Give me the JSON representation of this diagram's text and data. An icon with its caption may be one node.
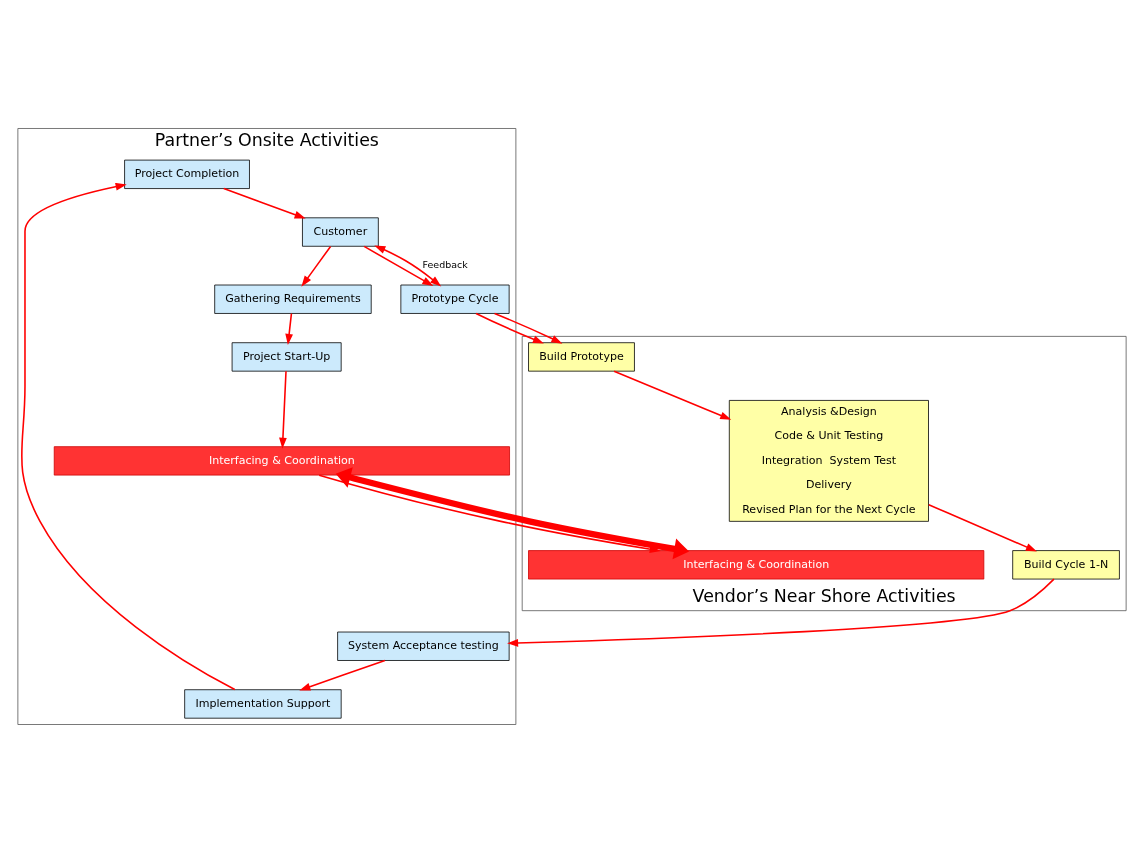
{
  "diagram": {
    "nodes": [
      {
        "text": [
          "Partner’s Onsite Activities"
        ]
      },
      {
        "text": [
          "Gathering Requirements"
        ],
        "in": 0
      },
      {
        "text": [
          "Project Completion"
        ],
        "in": 0
      },
      {
        "text": [
          "Project Start-Up"
        ],
        "in": 0
      },
      {
        "text": [
          "Customer"
        ],
        "in": 0
      },
      {
        "text": [
          "Implementation Support"
        ],
        "in": 0
      },
      {
        "text": [
          "Prototype Cycle"
        ],
        "in": 0
      },
      {
        "text": [
          "System Acceptance testing"
        ],
        "in": 0
      },
      {
        "text": [
          "Interfacing & Coordination"
        ],
        "in": 0
      },
      {
        "text": [
          "Vendor’s Near Shore Activities"
        ]
      },
      {
        "text": [
          "Interfacing & Coordination"
        ],
        "in": 9
      },
      {
        "text": [
          "Analysis &Design",
          "Code & Unit Testing",
          "Integration  System Test",
          "Delivery",
          "Revised Plan for the Next Cycle"
        ],
        "in": 9
      },
      {
        "text": [
          "Build Prototype"
        ],
        "in": 9
      },
      {
        "text": [
          "Build Cycle 1-N"
        ],
        "in": 9
      }
    ],
    "edges": [
      {
        "from": 4,
        "to": 1,
        "arrow": "to"
      },
      {
        "from": 4,
        "to": 6,
        "arrow": "to"
      },
      {
        "from": 1,
        "to": 3,
        "arrow": "to"
      },
      {
        "from": 2,
        "to": 4,
        "arrow": "to"
      },
      {
        "from": 5,
        "to": 2,
        "arrow": "to"
      },
      {
        "from": 7,
        "to": 5,
        "arrow": "to"
      },
      {
        "from": 6,
        "to": 4,
        "arrow": "both",
        "label": "Feedback"
      },
      {
        "from": 3,
        "to": 8,
        "arrow": "to"
      },
      {
        "from": 8,
        "to": 10,
        "arrow": "to"
      },
      {
        "from": 8,
        "to": 10,
        "arrow": "both",
        "style": "thick"
      },
      {
        "from": 6,
        "to": 12,
        "arrow": "to"
      },
      {
        "from": 6,
        "to": 12,
        "arrow": "to"
      },
      {
        "from": 12,
        "to": 11,
        "arrow": "to"
      },
      {
        "from": 11,
        "to": 13,
        "arrow": "to"
      },
      {
        "from": 13,
        "to": 7,
        "arrow": "to"
      }
    ]
  }
}
